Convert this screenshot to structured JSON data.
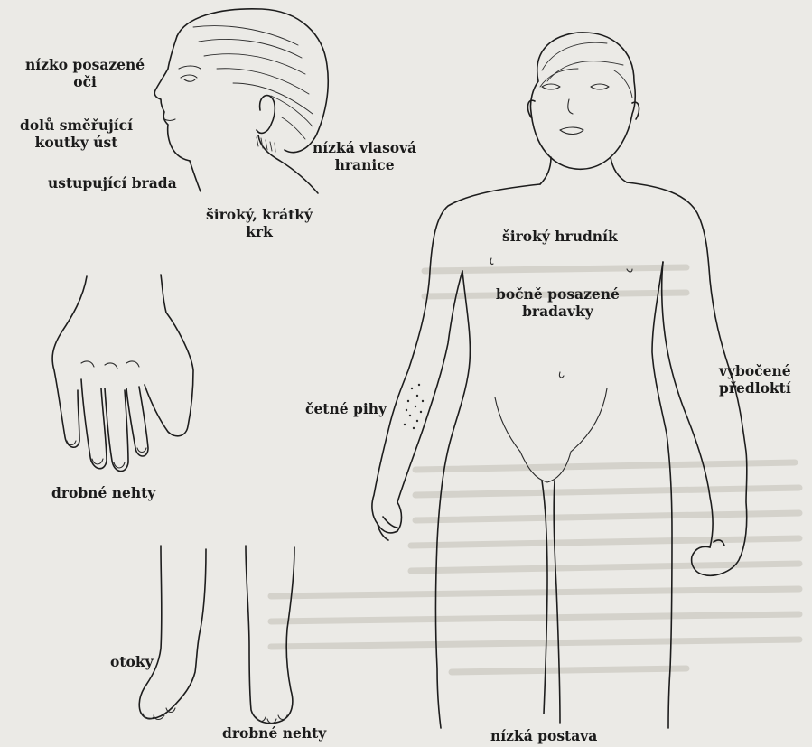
{
  "labels": {
    "low_set_eyes": [
      "nízko posazené",
      "oči"
    ],
    "downturned_mouth": [
      "dolů směřující",
      "koutky úst"
    ],
    "receding_chin": "ustupující brada",
    "low_hairline": [
      "nízká vlasová",
      "hranice"
    ],
    "wide_short_neck": [
      "široký, krátký",
      "krk"
    ],
    "broad_chest": "široký hrudník",
    "wide_spaced_nipples": [
      "bočně posazené",
      "bradavky"
    ],
    "cubitus_valgus": [
      "vybočené",
      "předloktí"
    ],
    "nevi": "četné pihy",
    "small_nails_hand": "drobné nehty",
    "edema": "otoky",
    "small_nails_feet": "drobné nehty",
    "short_stature": "nízká postava"
  }
}
